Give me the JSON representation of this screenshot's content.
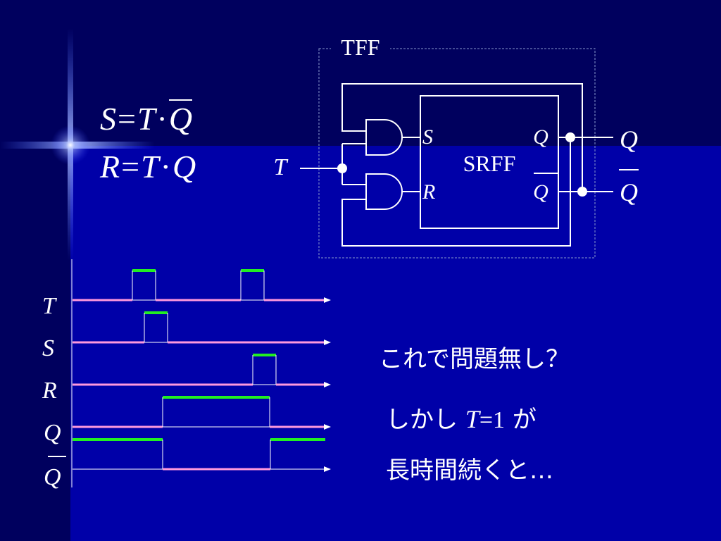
{
  "equations": {
    "s_lhs": "S",
    "s_eq": "=",
    "s_t": "T",
    "s_dot": "·",
    "s_q": "Q",
    "r_lhs": "R",
    "r_eq": "=",
    "r_t": "T",
    "r_dot": "·",
    "r_q": "Q"
  },
  "circuit": {
    "tff_label": "TFF",
    "srff_label": "SRFF",
    "input_t": "T",
    "pin_s": "S",
    "pin_r": "R",
    "pin_q": "Q",
    "pin_qbar": "Q",
    "out_q": "Q",
    "out_qbar": "Q"
  },
  "timing": {
    "labels": [
      "T",
      "S",
      "R",
      "Q",
      "Q"
    ],
    "colors": {
      "low": "#ff99dd",
      "high": "#22ee22",
      "edge": "#ffffff"
    }
  },
  "text": {
    "question": "これで問題無し？",
    "line2_a": "しかし",
    "line2_var": "T",
    "line2_eq": "=1",
    "line2_b": "が",
    "line3": "長時間続くと…"
  },
  "colors": {
    "background": "#00005e",
    "band": "#0000a8",
    "wire": "#ffffff",
    "pulse_high": "#22ee22",
    "pulse_low": "#ff99dd"
  }
}
